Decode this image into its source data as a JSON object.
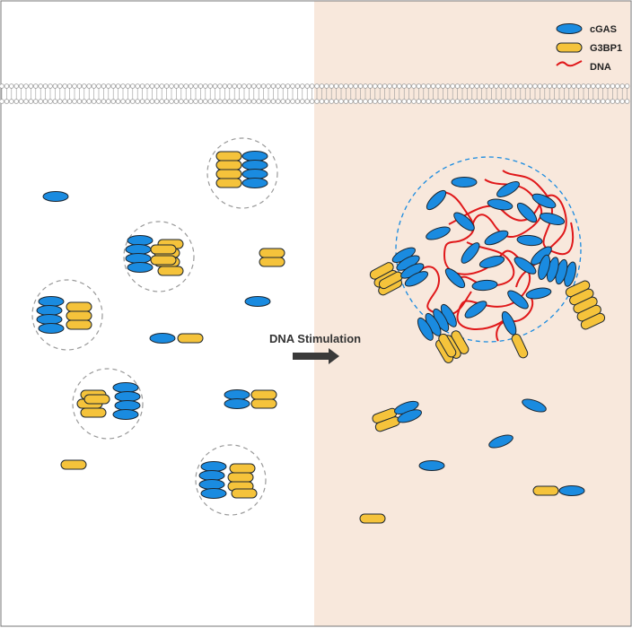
{
  "legend": {
    "items": [
      {
        "label": "cGAS",
        "symbol": "blue-ellipse",
        "color": "#1a8be0"
      },
      {
        "label": "G3BP1",
        "symbol": "yellow-capsule",
        "color": "#f5c33b"
      },
      {
        "label": "DNA",
        "symbol": "red-wavy-line",
        "color": "#e0181a"
      }
    ]
  },
  "arrow": {
    "label": "DNA Stimulation"
  },
  "colors": {
    "left_background": "#ffffff",
    "right_background": "#f8e8dc",
    "cgas": "#1a8be0",
    "g3bp1": "#f5c33b",
    "dna": "#e0181a",
    "outline": "#1c2630",
    "droplet_border": "#1a8be0",
    "granule_border": "#9a9a9a",
    "membrane": "#9a9a9a"
  }
}
